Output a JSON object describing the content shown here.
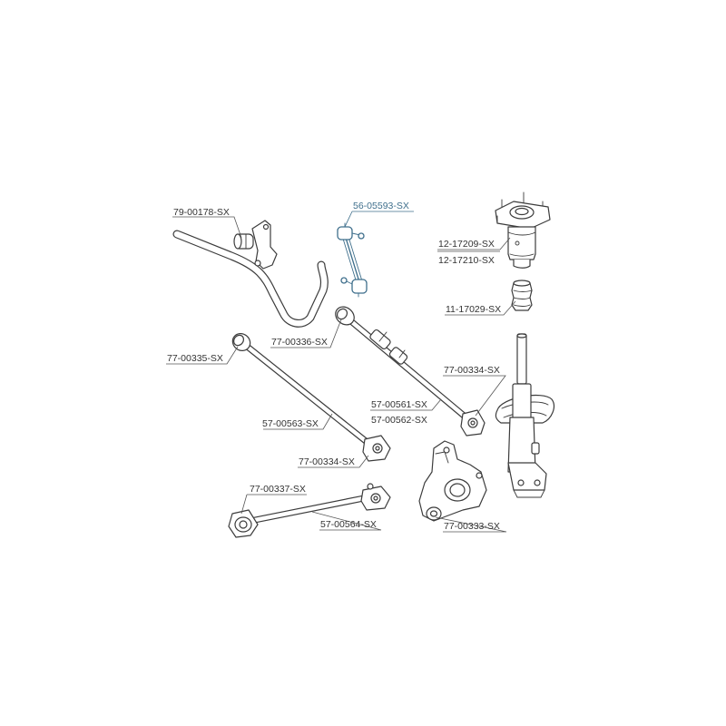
{
  "diagram": {
    "highlight_color": "#3f6f8c",
    "line_color": "#3c3c3c",
    "labels": {
      "l_79_00178": "79-00178-SX",
      "l_56_05593": "56-05593-SX",
      "l_12_17209": "12-17209-SX",
      "l_12_17210": "12-17210-SX",
      "l_11_17029": "11-17029-SX",
      "l_77_00336": "77-00336-SX",
      "l_77_00335": "77-00335-SX",
      "l_77_00334_a": "77-00334-SX",
      "l_57_00561": "57-00561-SX",
      "l_57_00562": "57-00562-SX",
      "l_57_00563": "57-00563-SX",
      "l_77_00334_b": "77-00334-SX",
      "l_77_00337": "77-00337-SX",
      "l_57_00564": "57-00564-SX",
      "l_77_00333": "77-00333-SX"
    }
  }
}
